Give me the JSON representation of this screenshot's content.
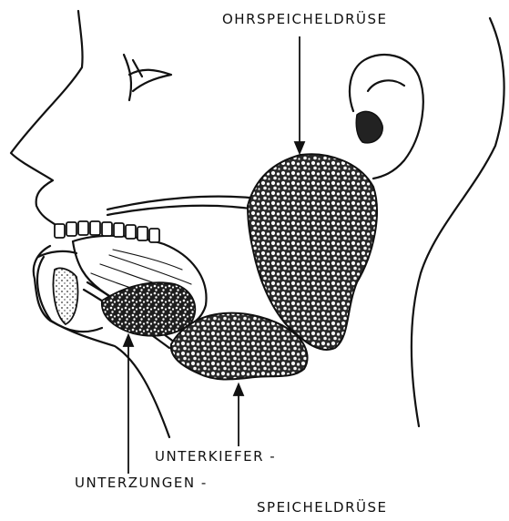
{
  "labels": {
    "parotid": "OHRSPEICHELDRÜSE",
    "submandibular": "UNTERKIEFER -",
    "sublingual": "UNTERZUNGEN -",
    "gland_suffix": "SPEICHELDRÜSE"
  },
  "colors": {
    "ink": "#111111",
    "gland_fill": "#2a2a2a",
    "gland_texture": "#ffffff",
    "background": "#ffffff"
  }
}
